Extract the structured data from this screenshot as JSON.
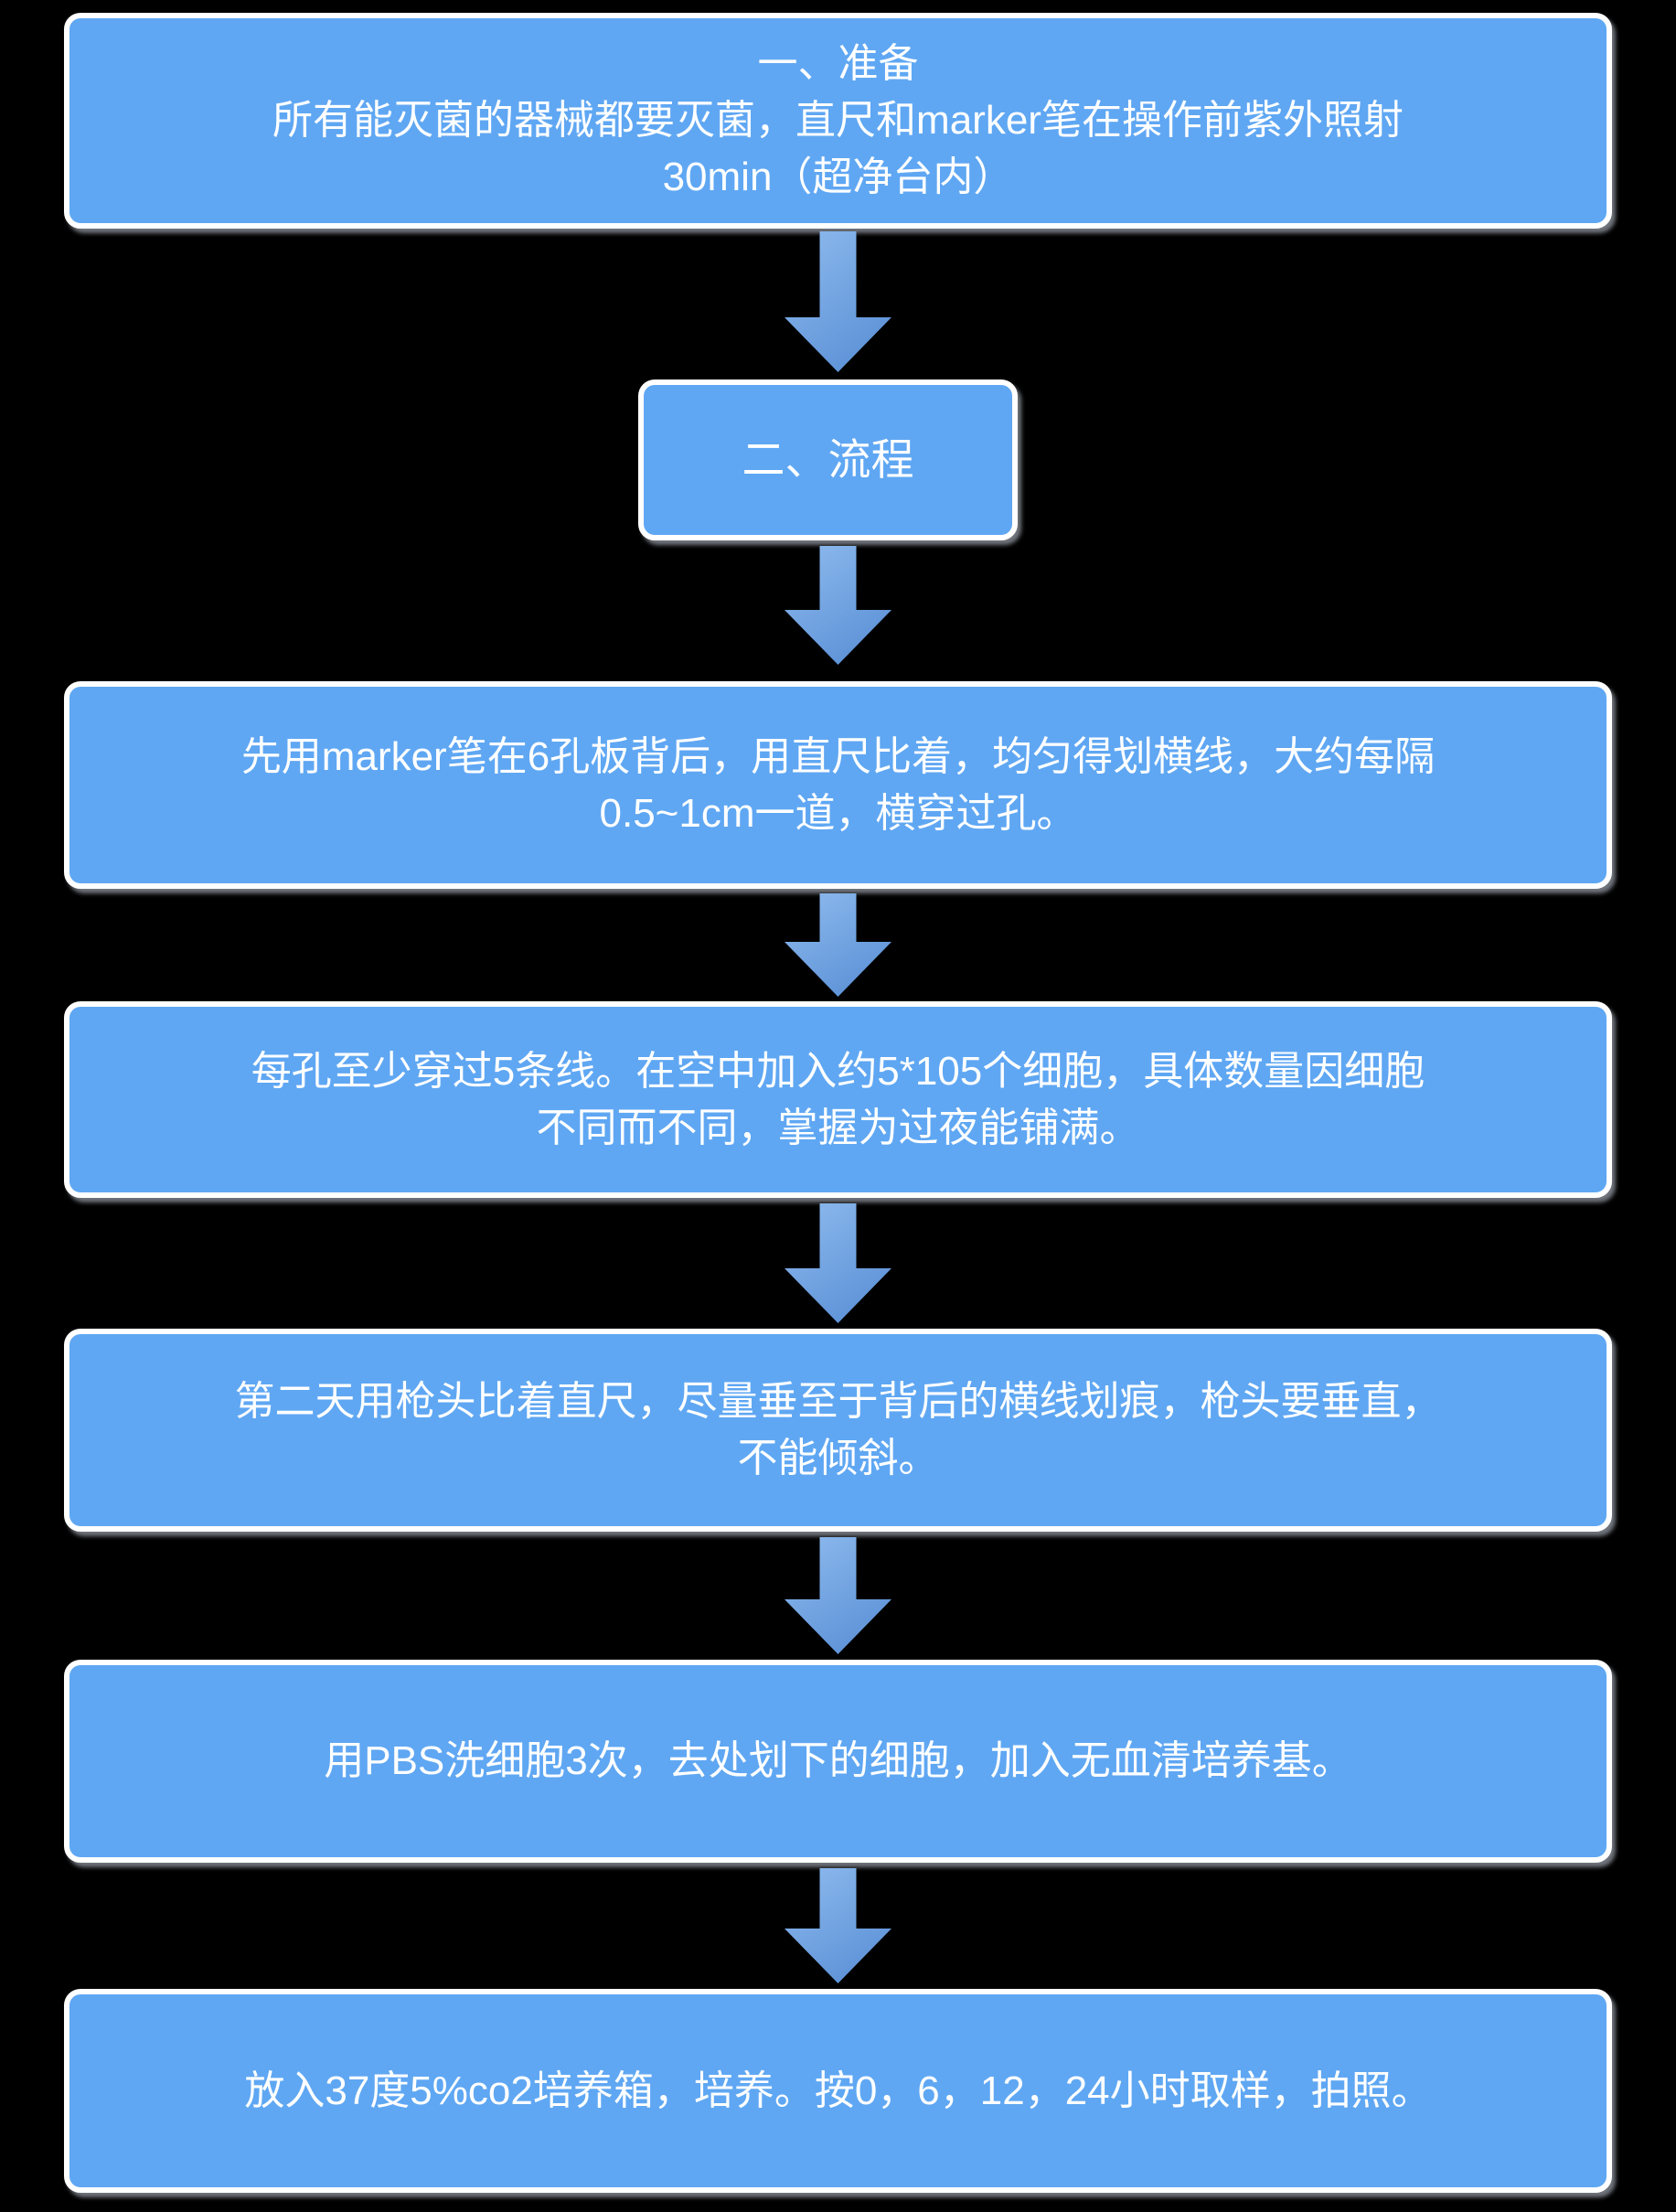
{
  "page": {
    "background_color": "#000000"
  },
  "palette": {
    "node_fill": "#5fa7f3",
    "node_border": "#ffffff",
    "node_text": "#ffffff",
    "arrow_gradient_top": "#8fbbee",
    "arrow_gradient_bottom": "#5e93d8"
  },
  "flowchart": {
    "nodes": [
      {
        "id": "prepare",
        "lines": [
          "一、准备",
          "所有能灭菌的器械都要灭菌，直尺和marker笔在操作前紫外照射",
          "30min（超净台内）"
        ]
      },
      {
        "id": "process-header",
        "lines": [
          "二、流程"
        ]
      },
      {
        "id": "draw-lines",
        "lines": [
          "先用marker笔在6孔板背后，用直尺比着，均匀得划横线，大约每隔",
          "0.5~1cm一道，横穿过孔。"
        ]
      },
      {
        "id": "seed-cells",
        "lines": [
          "每孔至少穿过5条线。在空中加入约5*105个细胞，具体数量因细胞",
          "不同而不同，掌握为过夜能铺满。"
        ]
      },
      {
        "id": "scratch",
        "lines": [
          "第二天用枪头比着直尺，尽量垂至于背后的横线划痕，枪头要垂直，",
          "不能倾斜。"
        ]
      },
      {
        "id": "wash",
        "lines": [
          "用PBS洗细胞3次，去处划下的细胞，加入无血清培养基。"
        ]
      },
      {
        "id": "incubate",
        "lines": [
          "放入37度5%co2培养箱，培养。按0，6，12，24小时取样，拍照。"
        ]
      }
    ],
    "arrows": [
      {
        "from": "prepare",
        "to": "process-header"
      },
      {
        "from": "process-header",
        "to": "draw-lines"
      },
      {
        "from": "draw-lines",
        "to": "seed-cells"
      },
      {
        "from": "seed-cells",
        "to": "scratch"
      },
      {
        "from": "scratch",
        "to": "wash"
      },
      {
        "from": "wash",
        "to": "incubate"
      }
    ]
  }
}
